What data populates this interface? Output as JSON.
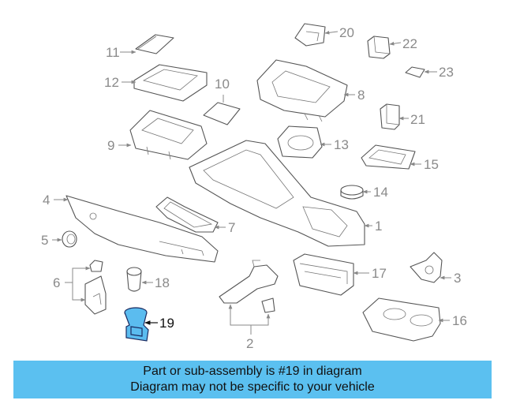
{
  "diagram": {
    "callouts": [
      {
        "id": "c1",
        "text": "1"
      },
      {
        "id": "c2",
        "text": "2"
      },
      {
        "id": "c3",
        "text": "3"
      },
      {
        "id": "c4",
        "text": "4"
      },
      {
        "id": "c5",
        "text": "5"
      },
      {
        "id": "c6",
        "text": "6"
      },
      {
        "id": "c7",
        "text": "7"
      },
      {
        "id": "c8",
        "text": "8"
      },
      {
        "id": "c9",
        "text": "9"
      },
      {
        "id": "c10",
        "text": "10"
      },
      {
        "id": "c11",
        "text": "11"
      },
      {
        "id": "c12",
        "text": "12"
      },
      {
        "id": "c13",
        "text": "13"
      },
      {
        "id": "c14",
        "text": "14"
      },
      {
        "id": "c15",
        "text": "15"
      },
      {
        "id": "c16",
        "text": "16"
      },
      {
        "id": "c17",
        "text": "17"
      },
      {
        "id": "c18",
        "text": "18"
      },
      {
        "id": "c19",
        "text": "19"
      },
      {
        "id": "c20",
        "text": "20"
      },
      {
        "id": "c21",
        "text": "21"
      },
      {
        "id": "c22",
        "text": "22"
      },
      {
        "id": "c23",
        "text": "23"
      }
    ],
    "highlighted_part": "19",
    "highlight_color": "#5bbcef"
  },
  "banner": {
    "line1": "Part or sub-assembly is #19 in diagram",
    "line2": "Diagram may not be specific to your vehicle",
    "background": "#5bc0f0"
  }
}
